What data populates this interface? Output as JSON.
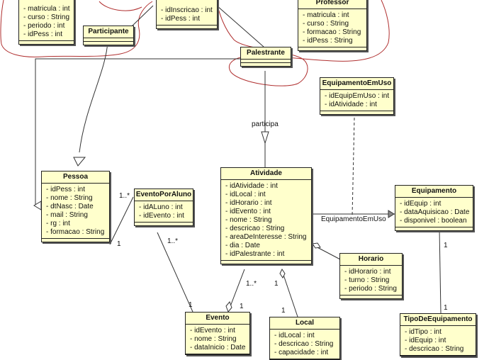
{
  "classes": {
    "aluno": {
      "name": "",
      "attrs": [
        "- matricula : int",
        "- curso : String",
        "- periodo : int",
        "- idPess : int"
      ]
    },
    "inscricao": {
      "name": "",
      "attrs": [
        "- idInscricao : int",
        "- idPess : int"
      ]
    },
    "professor": {
      "name": "Professor",
      "attrs": [
        "- matricula : int",
        "- curso : String",
        "- formacao : String",
        "- idPess : String"
      ]
    },
    "participante": {
      "name": "Participante",
      "attrs": []
    },
    "palestrante": {
      "name": "Palestrante",
      "attrs": []
    },
    "equipamentoEmUso": {
      "name": "EquipamentoEmUso",
      "attrs": [
        "- idEquipEmUso : int",
        "- idAtividade : int"
      ]
    },
    "pessoa": {
      "name": "Pessoa",
      "attrs": [
        "- idPess : int",
        "- nome : String",
        "- dtNasc : Date",
        "- mail : String",
        "- rg : int",
        "- formacao : String"
      ]
    },
    "eventoPorAluno": {
      "name": "EventoPorAluno",
      "attrs": [
        "- idALuno : int",
        "- idEvento : int"
      ]
    },
    "atividade": {
      "name": "Atividade",
      "attrs": [
        "- idAtividade : int",
        "- idLocal : int",
        "- idHorario : int",
        "- idEvento : int",
        "- nome : String",
        "- descricao : String",
        "- areaDeInteresse : String",
        "- dia : Date",
        "- idPalestrante : int"
      ]
    },
    "equipamento": {
      "name": "Equipamento",
      "attrs": [
        "- idEquip : int",
        "- dataAquisicao : Date",
        "- disponivel : boolean"
      ]
    },
    "horario": {
      "name": "Horario",
      "attrs": [
        "- idHorario : int",
        "- turno : String",
        "- periodo : String"
      ]
    },
    "evento": {
      "name": "Evento",
      "attrs": [
        "- idEvento : int",
        "- nome : String",
        "- dataInicio : Date"
      ]
    },
    "local": {
      "name": "Local",
      "attrs": [
        "- idLocal : int",
        "- descricao : String",
        "- capacidade : int"
      ]
    },
    "tipoDeEquipamento": {
      "name": "TipoDeEquipamento",
      "attrs": [
        "- idTipo : int",
        "- idEquip : int",
        "- descricao : String"
      ]
    }
  },
  "labels": {
    "participa": "participa",
    "equipamentoEmUso": "EquipamentoEmUso",
    "pessoa_mult_1": "1",
    "epa_mult_many_left": "1..*",
    "epa_mult_many_bottom": "1..*",
    "evento_mult_1": "1",
    "atividade_mult_many": "1..*",
    "evento_to_atividade_1": "1",
    "local_mult_1": "1",
    "atividade_local_1": "1",
    "equip_mult_1": "1",
    "tipo_mult_1": "1"
  },
  "colors": {
    "class_fill": "#ffffcc",
    "sketch_red": "#b03030"
  }
}
